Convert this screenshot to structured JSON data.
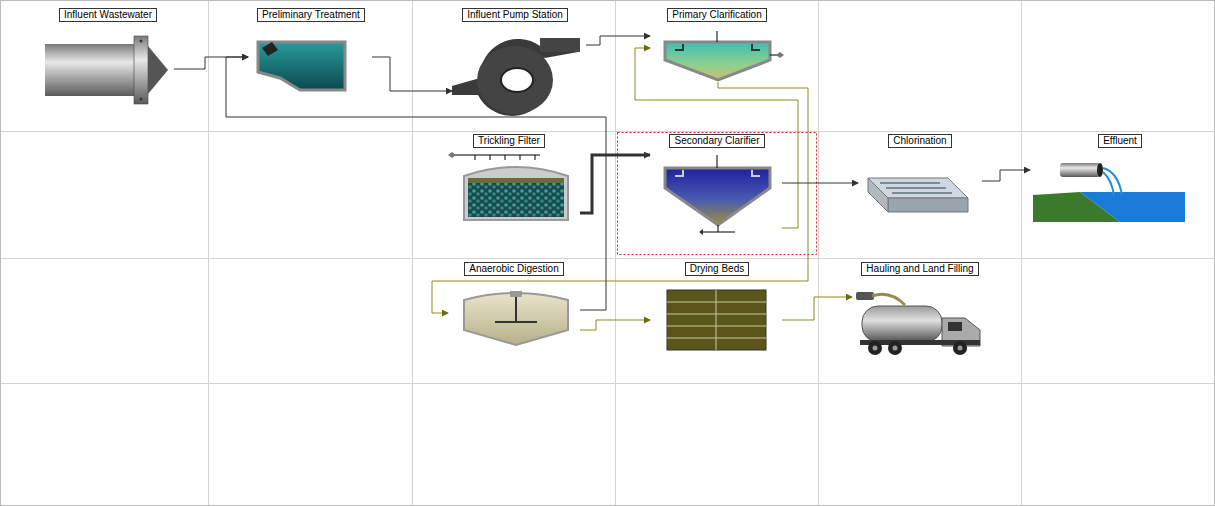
{
  "diagram": {
    "nodes": [
      {
        "text": [
          "Influent Wastewater"
        ]
      },
      {
        "text": [
          "Preliminary Treatment"
        ]
      },
      {
        "text": [
          "Influent Pump Station"
        ]
      },
      {
        "text": [
          "Primary Clarification"
        ]
      },
      {
        "text": [
          "Trickling Filter"
        ]
      },
      {
        "text": [
          "Secondary Clarifier"
        ]
      },
      {
        "text": [
          "Chlorination"
        ]
      },
      {
        "text": [
          "Effluent"
        ]
      },
      {
        "text": [
          "Anaerobic Digestion"
        ]
      },
      {
        "text": [
          "Drying Beds"
        ]
      },
      {
        "text": [
          "Hauling and Land Filling"
        ]
      }
    ],
    "edges": [
      {
        "from": 0,
        "to": 1,
        "arrow": "to"
      },
      {
        "from": 1,
        "to": 2,
        "arrow": "to"
      },
      {
        "from": 2,
        "to": 3,
        "arrow": "to"
      },
      {
        "from": 3,
        "to": 8,
        "arrow": "to"
      },
      {
        "from": 4,
        "to": 5,
        "arrow": "to"
      },
      {
        "from": 5,
        "to": 3,
        "arrow": "to"
      },
      {
        "from": 5,
        "to": 6,
        "arrow": "to"
      },
      {
        "from": 6,
        "to": 7,
        "arrow": "to"
      },
      {
        "from": 8,
        "to": 9,
        "arrow": "to"
      },
      {
        "from": 9,
        "to": 10,
        "arrow": "to"
      },
      {
        "from": 8,
        "to": 1,
        "arrow": "to"
      }
    ]
  }
}
